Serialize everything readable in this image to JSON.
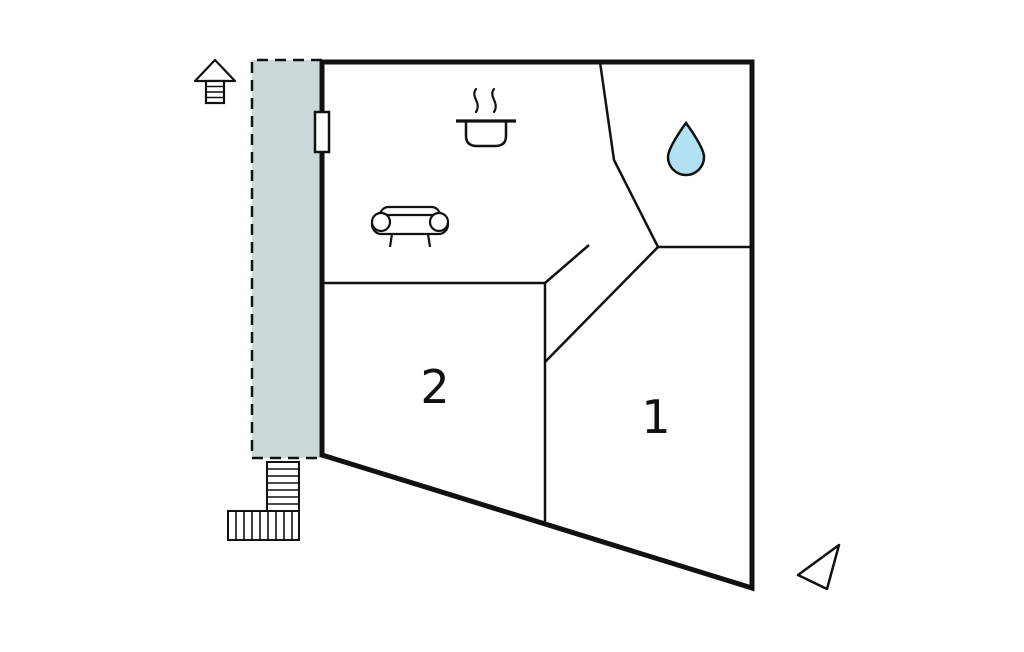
{
  "floorplan": {
    "background": "#ffffff",
    "wall_color": "#111111",
    "terrace": {
      "fill": "#cdd8d9"
    },
    "bathroom": {
      "drop_fill": "#b3e1f4"
    },
    "rooms": [
      {
        "id": "room-2",
        "label": "2"
      },
      {
        "id": "room-1",
        "label": "1"
      }
    ],
    "icons": {
      "well": "well-icon",
      "stairs": "stairs-icon",
      "entry_door": "door-icon",
      "kitchen": "cooking-pot-icon",
      "living": "sofa-icon",
      "bathroom": "water-drop-icon",
      "north": "north-arrow-icon"
    }
  }
}
